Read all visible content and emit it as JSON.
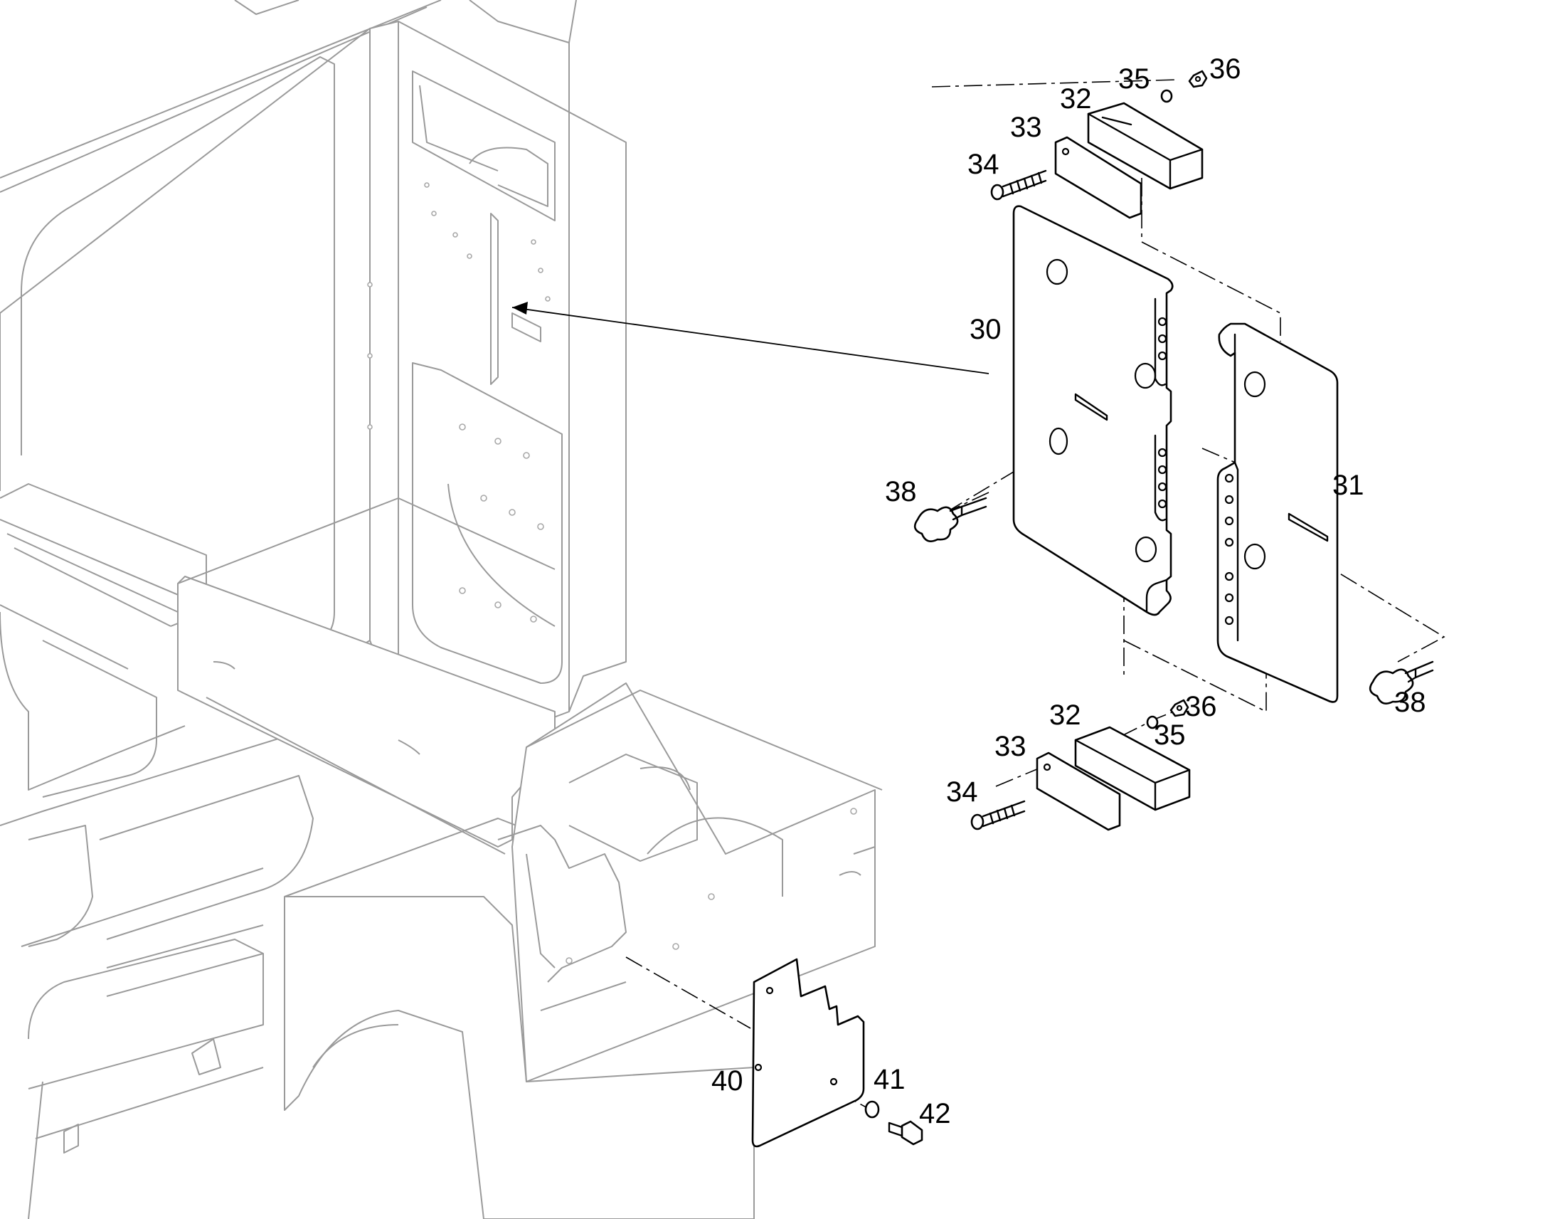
{
  "callouts": {
    "c30": "30",
    "c31": "31",
    "c32_top": "32",
    "c33_top": "33",
    "c34_top": "34",
    "c35_top": "35",
    "c36_top": "36",
    "c38_left": "38",
    "c38_right": "38",
    "c32_bottom": "32",
    "c33_bottom": "33",
    "c34_bottom": "34",
    "c35_bottom": "35",
    "c36_bottom": "36",
    "c40": "40",
    "c41": "41",
    "c42": "42"
  },
  "colors": {
    "frame_stroke": "#9a9a9a",
    "part_stroke": "#000000",
    "background": "#ffffff"
  }
}
